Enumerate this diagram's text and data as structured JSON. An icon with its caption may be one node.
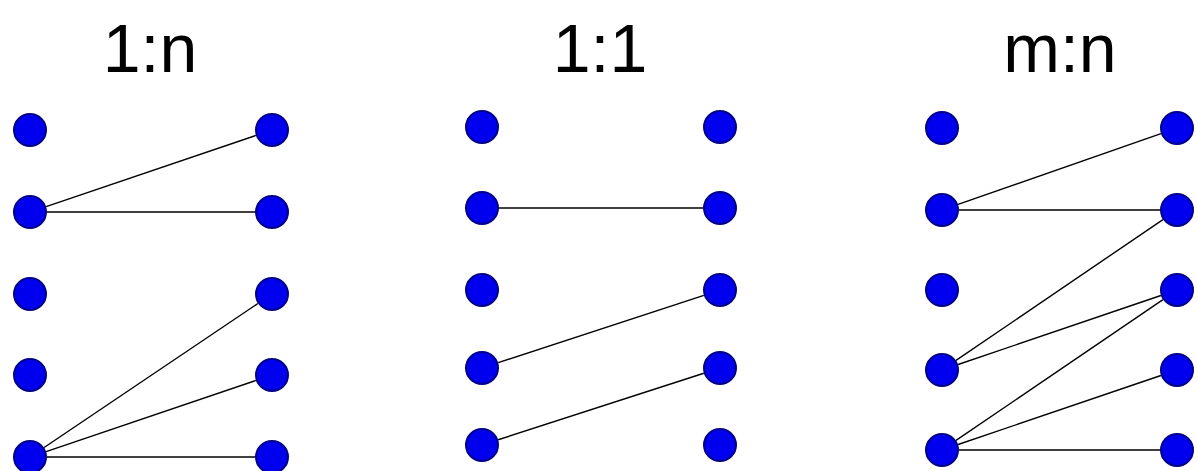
{
  "diagram": {
    "nodes": [
      {
        "text": [],
        "shape": "circle"
      },
      {
        "text": [],
        "shape": "circle"
      },
      {
        "text": [],
        "shape": "circle"
      },
      {
        "text": [],
        "shape": "circle"
      },
      {
        "text": [],
        "shape": "circle"
      },
      {
        "text": [],
        "shape": "circle"
      },
      {
        "text": [],
        "shape": "circle"
      },
      {
        "text": [],
        "shape": "circle"
      },
      {
        "text": [],
        "shape": "circle"
      },
      {
        "text": [],
        "shape": "circle"
      },
      {
        "text": [],
        "shape": "circle"
      },
      {
        "text": [],
        "shape": "circle"
      },
      {
        "text": [],
        "shape": "circle"
      },
      {
        "text": [],
        "shape": "circle"
      },
      {
        "text": [],
        "shape": "circle"
      },
      {
        "text": [],
        "shape": "circle"
      },
      {
        "text": [],
        "shape": "circle"
      },
      {
        "text": [],
        "shape": "circle"
      },
      {
        "text": [],
        "shape": "circle"
      },
      {
        "text": [],
        "shape": "circle"
      },
      {
        "text": [],
        "shape": "circle"
      },
      {
        "text": [],
        "shape": "circle"
      },
      {
        "text": [],
        "shape": "circle"
      },
      {
        "text": [],
        "shape": "circle"
      },
      {
        "text": [],
        "shape": "circle"
      },
      {
        "text": [],
        "shape": "circle"
      },
      {
        "text": [],
        "shape": "circle"
      },
      {
        "text": [],
        "shape": "circle"
      },
      {
        "text": [],
        "shape": "circle"
      },
      {
        "text": [],
        "shape": "circle"
      }
    ],
    "edges": [
      {
        "from": 1,
        "to": 5,
        "arrow": "none"
      },
      {
        "from": 1,
        "to": 6,
        "arrow": "none"
      },
      {
        "from": 4,
        "to": 7,
        "arrow": "none"
      },
      {
        "from": 4,
        "to": 8,
        "arrow": "none"
      },
      {
        "from": 4,
        "to": 9,
        "arrow": "none"
      },
      {
        "from": 11,
        "to": 16,
        "arrow": "none"
      },
      {
        "from": 13,
        "to": 17,
        "arrow": "none"
      },
      {
        "from": 14,
        "to": 18,
        "arrow": "none"
      },
      {
        "from": 21,
        "to": 25,
        "arrow": "none"
      },
      {
        "from": 21,
        "to": 26,
        "arrow": "none"
      },
      {
        "from": 23,
        "to": 26,
        "arrow": "none"
      },
      {
        "from": 23,
        "to": 27,
        "arrow": "none"
      },
      {
        "from": 24,
        "to": 27,
        "arrow": "none"
      },
      {
        "from": 24,
        "to": 28,
        "arrow": "none"
      },
      {
        "from": 24,
        "to": 29,
        "arrow": "none"
      }
    ],
    "labels": [
      "1:n",
      "1:1",
      "m:n"
    ]
  }
}
